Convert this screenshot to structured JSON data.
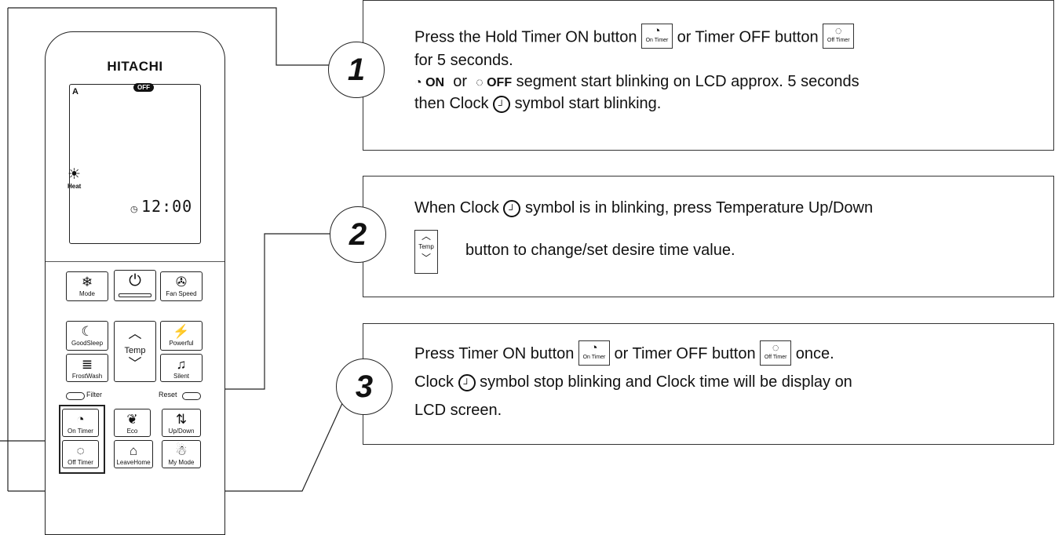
{
  "remote": {
    "brand": "HITACHI",
    "lcd": {
      "mode": "A",
      "off_badge": "OFF",
      "heat_label": "Heat",
      "time": "12:00"
    },
    "buttons": {
      "mode": "Mode",
      "fan_speed": "Fan Speed",
      "goodsleep": "GoodSleep",
      "temp": "Temp",
      "powerful": "Powerful",
      "frostwash": "FrostWash",
      "silent": "Silent",
      "filter": "Filter",
      "reset": "Reset",
      "on_timer": "On Timer",
      "eco": "Eco",
      "updown": "Up/Down",
      "off_timer": "Off Timer",
      "leavehome": "LeaveHome",
      "mymode": "My Mode"
    }
  },
  "steps": [
    {
      "number": "1",
      "line1_a": "Press the Hold Timer ON button",
      "line1_b": "or Timer OFF button",
      "line2": "for 5 seconds.",
      "line3_on": "ON",
      "line3_or": "or",
      "line3_off": "OFF",
      "line3_rest": "segment start blinking on LCD approx. 5 seconds",
      "line4_a": "then Clock",
      "line4_b": "symbol start blinking."
    },
    {
      "number": "2",
      "line1_a": "When Clock",
      "line1_b": "symbol is in blinking, press Temperature Up/Down",
      "line2": "button to change/set desire time value."
    },
    {
      "number": "3",
      "line1_a": "Press Timer ON button",
      "line1_b": "or Timer OFF button",
      "line1_c": "once.",
      "line2_a": "Clock",
      "line2_b": "symbol stop blinking and Clock time will be display on",
      "line3": "LCD screen."
    }
  ],
  "icon_labels": {
    "on_timer": "On Timer",
    "off_timer": "Off Timer",
    "temp": "Temp"
  }
}
